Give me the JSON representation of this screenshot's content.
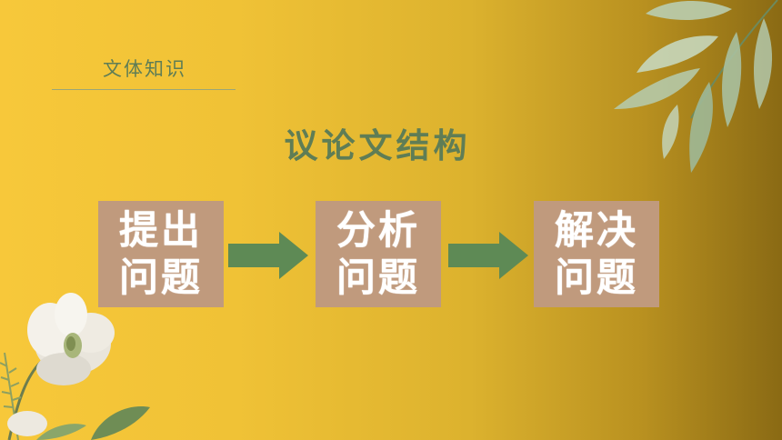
{
  "section_label": "文体知识",
  "title": "议论文结构",
  "steps": [
    {
      "line1": "提出",
      "line2": "问题"
    },
    {
      "line1": "分析",
      "line2": "问题"
    },
    {
      "line1": "解决",
      "line2": "问题"
    }
  ],
  "colors": {
    "background_left": "#f7c83a",
    "background_right": "#8a6a14",
    "title_green": "#5f7d55",
    "box_fill": "#c09a7d",
    "arrow_green": "#5e8a55",
    "box_text": "#ffffff"
  },
  "icons": {
    "arrows": "arrow-right-icon",
    "leaf_decoration": "leaf-branch-icon",
    "flower_decoration": "magnolia-flower-icon"
  }
}
